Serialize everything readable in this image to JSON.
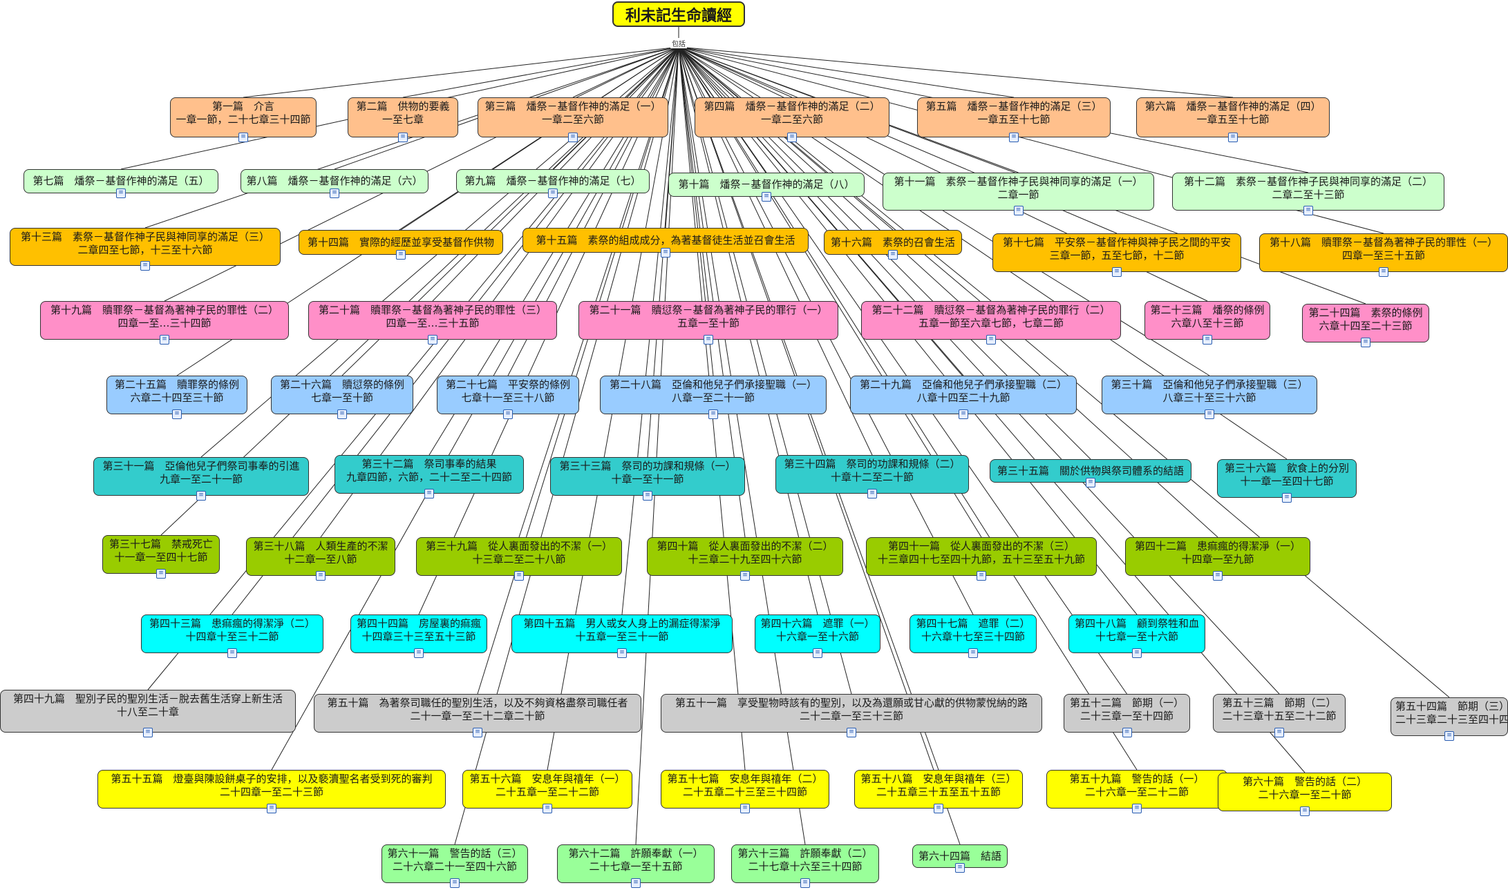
{
  "root": {
    "title": "利未記生命讀經",
    "caption": "包括",
    "color": "#ffff00"
  },
  "icon_name": "document-icon",
  "palette": {
    "orange": "#ffc08c",
    "lightgreen": "#ccffcc",
    "gold": "#ffc000",
    "pink": "#ff8fc8",
    "blue": "#99ccff",
    "teal": "#33cccc",
    "olive": "#99cc00",
    "cyan": "#00ffff",
    "gray": "#cccccc",
    "yellow": "#ffff00",
    "green": "#99ff99"
  },
  "nodes": [
    {
      "l1": "第一篇　介言",
      "l2": "一章一節，二十七章三十四節",
      "c": "orange"
    },
    {
      "l1": "第二篇　供物的要義",
      "l2": "一至七章",
      "c": "orange"
    },
    {
      "l1": "第三篇　燔祭－基督作神的滿足（一）",
      "l2": "一章二至六節",
      "c": "orange"
    },
    {
      "l1": "第四篇　燔祭－基督作神的滿足（二）",
      "l2": "一章二至六節",
      "c": "orange"
    },
    {
      "l1": "第五篇　燔祭－基督作神的滿足（三）",
      "l2": "一章五至十七節",
      "c": "orange"
    },
    {
      "l1": "第六篇　燔祭－基督作神的滿足（四）",
      "l2": "一章五至十七節",
      "c": "orange"
    },
    {
      "l1": "第七篇　燔祭－基督作神的滿足（五）",
      "l2": "",
      "c": "lightgreen"
    },
    {
      "l1": "第八篇　燔祭－基督作神的滿足（六）",
      "l2": "",
      "c": "lightgreen"
    },
    {
      "l1": "第九篇　燔祭－基督作神的滿足（七）",
      "l2": "",
      "c": "lightgreen"
    },
    {
      "l1": "第十篇　燔祭－基督作神的滿足（八）",
      "l2": "",
      "c": "lightgreen"
    },
    {
      "l1": "第十一篇　素祭－基督作神子民與神同享的滿足（一）",
      "l2": "二章一節",
      "c": "lightgreen"
    },
    {
      "l1": "第十二篇　素祭－基督作神子民與神同享的滿足（二）",
      "l2": "二章二至十三節",
      "c": "lightgreen"
    },
    {
      "l1": "第十三篇　素祭－基督作神子民與神同享的滿足（三）",
      "l2": "二章四至七節，十三至十六節",
      "c": "gold"
    },
    {
      "l1": "第十四篇　實際的經歷並享受基督作供物",
      "l2": "",
      "c": "gold"
    },
    {
      "l1": "第十五篇　素祭的組成成分，為著基督徒生活並召會生活",
      "l2": "",
      "c": "gold"
    },
    {
      "l1": "第十六篇　素祭的召會生活",
      "l2": "",
      "c": "gold"
    },
    {
      "l1": "第十七篇　平安祭－基督作神與神子民之間的平安",
      "l2": "三章一節，五至七節，十二節",
      "c": "gold"
    },
    {
      "l1": "第十八篇　贖罪祭－基督為著神子民的罪性（一）",
      "l2": "四章一至三十五節",
      "c": "gold"
    },
    {
      "l1": "第十九篇　贖罪祭－基督為著神子民的罪性（二）",
      "l2": "四章一至…三十四節",
      "c": "pink"
    },
    {
      "l1": "第二十篇　贖罪祭－基督為著神子民的罪性（三）",
      "l2": "四章一至…三十五節",
      "c": "pink"
    },
    {
      "l1": "第二十一篇　贖愆祭－基督為著神子民的罪行（一）",
      "l2": "五章一至十節",
      "c": "pink"
    },
    {
      "l1": "第二十二篇　贖愆祭－基督為著神子民的罪行（二）",
      "l2": "五章一節至六章七節，七章二節",
      "c": "pink"
    },
    {
      "l1": "第二十三篇　燔祭的條例",
      "l2": "六章八至十三節",
      "c": "pink"
    },
    {
      "l1": "第二十四篇　素祭的條例",
      "l2": "六章十四至二十三節",
      "c": "pink"
    },
    {
      "l1": "第二十五篇　贖罪祭的條例",
      "l2": "六章二十四至三十節",
      "c": "blue"
    },
    {
      "l1": "第二十六篇　贖愆祭的條例",
      "l2": "七章一至十節",
      "c": "blue"
    },
    {
      "l1": "第二十七篇　平安祭的條例",
      "l2": "七章十一至三十八節",
      "c": "blue"
    },
    {
      "l1": "第二十八篇　亞倫和他兒子們承接聖職（一）",
      "l2": "八章一至二十一節",
      "c": "blue"
    },
    {
      "l1": "第二十九篇　亞倫和他兒子們承接聖職（二）",
      "l2": "八章十四至二十九節",
      "c": "blue"
    },
    {
      "l1": "第三十篇　亞倫和他兒子們承接聖職（三）",
      "l2": "八章三十至三十六節",
      "c": "blue"
    },
    {
      "l1": "第三十一篇　亞倫他兒子們祭司事奉的引進",
      "l2": "九章一至二十一節",
      "c": "teal"
    },
    {
      "l1": "第三十二篇　祭司事奉的結果",
      "l2": "九章四節，六節，二十二至二十四節",
      "c": "teal"
    },
    {
      "l1": "第三十三篇　祭司的功課和規條（一）",
      "l2": "十章一至十一節",
      "c": "teal"
    },
    {
      "l1": "第三十四篇　祭司的功課和規條（二）",
      "l2": "十章十二至二十節",
      "c": "teal"
    },
    {
      "l1": "第三十五篇　關於供物與祭司體系的結語",
      "l2": "",
      "c": "teal"
    },
    {
      "l1": "第三十六篇　飲食上的分別",
      "l2": "十一章一至四十七節",
      "c": "teal"
    },
    {
      "l1": "第三十七篇　禁戒死亡",
      "l2": "十一章一至四十七節",
      "c": "olive"
    },
    {
      "l1": "第三十八篇　人類生產的不潔",
      "l2": "十二章一至八節",
      "c": "olive"
    },
    {
      "l1": "第三十九篇　從人裏面發出的不潔（一）",
      "l2": "十三章二至二十八節",
      "c": "olive"
    },
    {
      "l1": "第四十篇　從人裏面發出的不潔（二）",
      "l2": "十三章二十九至四十六節",
      "c": "olive"
    },
    {
      "l1": "第四十一篇　從人裏面發出的不潔（三）",
      "l2": "十三章四十七至四十九節，五十三至五十九節",
      "c": "olive"
    },
    {
      "l1": "第四十二篇　患痲瘋的得潔淨（一）",
      "l2": "十四章一至九節",
      "c": "olive"
    },
    {
      "l1": "第四十三篇　患痲瘋的得潔淨（二）",
      "l2": "十四章十至三十二節",
      "c": "cyan"
    },
    {
      "l1": "第四十四篇　房屋裏的痲瘋",
      "l2": "十四章三十三至五十三節",
      "c": "cyan"
    },
    {
      "l1": "第四十五篇　男人或女人身上的漏症得潔淨",
      "l2": "十五章一至三十一節",
      "c": "cyan"
    },
    {
      "l1": "第四十六篇　遮罪（一）",
      "l2": "十六章一至十六節",
      "c": "cyan"
    },
    {
      "l1": "第四十七篇　遮罪（二）",
      "l2": "十六章十七至三十四節",
      "c": "cyan"
    },
    {
      "l1": "第四十八篇　顧到祭牲和血",
      "l2": "十七章一至十六節",
      "c": "cyan"
    },
    {
      "l1": "第四十九篇　聖別子民的聖別生活－脫去舊生活穿上新生活",
      "l2": "十八至二十章",
      "c": "gray"
    },
    {
      "l1": "第五十篇　為著祭司職任的聖別生活，以及不夠資格盡祭司職任者",
      "l2": "二十一章一至二十二章二十節",
      "c": "gray"
    },
    {
      "l1": "第五十一篇　享受聖物時該有的聖別，以及為還願或甘心獻的供物蒙悅納的路",
      "l2": "二十二章一至三十三節",
      "c": "gray"
    },
    {
      "l1": "第五十二篇　節期（一）",
      "l2": "二十三章一至十四節",
      "c": "gray"
    },
    {
      "l1": "第五十三篇　節期（二）",
      "l2": "二十三章十五至二十二節",
      "c": "gray"
    },
    {
      "l1": "第五十四篇　節期（三）",
      "l2": "二十三章二十三至四十四節",
      "c": "gray"
    },
    {
      "l1": "第五十五篇　燈臺與陳設餅桌子的安排，以及褻瀆聖名者受到死的審判",
      "l2": "二十四章一至二十三節",
      "c": "yellow"
    },
    {
      "l1": "第五十六篇　安息年與禧年（一）",
      "l2": "二十五章一至二十二節",
      "c": "yellow"
    },
    {
      "l1": "第五十七篇　安息年與禧年（二）",
      "l2": "二十五章二十三至三十四節",
      "c": "yellow"
    },
    {
      "l1": "第五十八篇　安息年與禧年（三）",
      "l2": "二十五章三十五至五十五節",
      "c": "yellow"
    },
    {
      "l1": "第五十九篇　警告的話（一）",
      "l2": "二十六章一至二十二節",
      "c": "yellow"
    },
    {
      "l1": "第六十篇　警告的話（二）",
      "l2": "二十六章一至二十節",
      "c": "yellow"
    },
    {
      "l1": "第六十一篇　警告的話（三）",
      "l2": "二十六章二十一至四十六節",
      "c": "green"
    },
    {
      "l1": "第六十二篇　許願奉獻（一）",
      "l2": "二十七章一至十五節",
      "c": "green"
    },
    {
      "l1": "第六十三篇　許願奉獻（二）",
      "l2": "二十七章十六至三十四節",
      "c": "green"
    },
    {
      "l1": "第六十四篇　結語",
      "l2": "",
      "c": "green"
    }
  ]
}
